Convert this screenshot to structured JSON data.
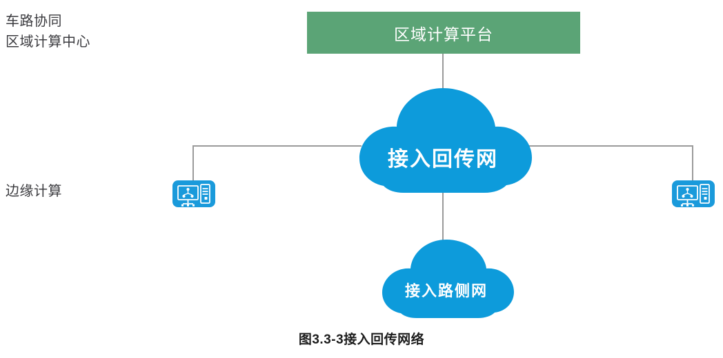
{
  "diagram": {
    "labels": {
      "center_label": "车路协同\n区域计算中心",
      "edge_label": "边缘计算"
    },
    "platform": {
      "text": "区域计算平台",
      "color": "#5BA476",
      "text_color": "#FFFFFF"
    },
    "clouds": [
      {
        "id": "backhaul",
        "text": "接入回传网",
        "color": "#0D9BDB",
        "text_color": "#FFFFFF"
      },
      {
        "id": "roadside",
        "text": "接入路侧网",
        "color": "#0D9BDB",
        "text_color": "#FFFFFF"
      }
    ],
    "devices": [
      {
        "id": "edge-left",
        "icon": "edge-computing-server-icon",
        "color": "#1A9ADB"
      },
      {
        "id": "edge-right",
        "icon": "edge-computing-server-icon",
        "color": "#1A9ADB"
      }
    ],
    "connectors": {
      "color": "#9A9A9A",
      "items": [
        "platform-to-backhaul-cloud",
        "backhaul-cloud-to-roadside-cloud",
        "backhaul-cloud-to-left-edge-device",
        "backhaul-cloud-to-right-edge-device"
      ]
    },
    "caption": "图3.3-3接入回传网络"
  }
}
